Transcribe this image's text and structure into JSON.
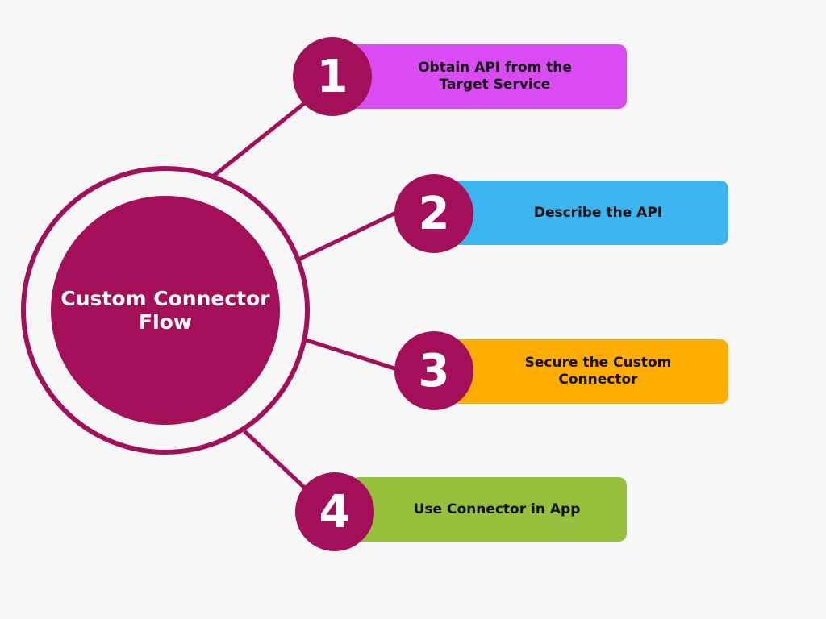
{
  "center": {
    "title": "Custom Connector Flow"
  },
  "colors": {
    "primary": "#a30f58",
    "background": "#f7f7f7"
  },
  "steps": [
    {
      "number": "1",
      "label": "Obtain API from the Target Service",
      "color": "#d94cf4"
    },
    {
      "number": "2",
      "label": "Describe the API",
      "color": "#3bb5ef"
    },
    {
      "number": "3",
      "label": "Secure the Custom Connector",
      "color": "#ffad00"
    },
    {
      "number": "4",
      "label": "Use Connector in App",
      "color": "#97bf3b"
    }
  ]
}
